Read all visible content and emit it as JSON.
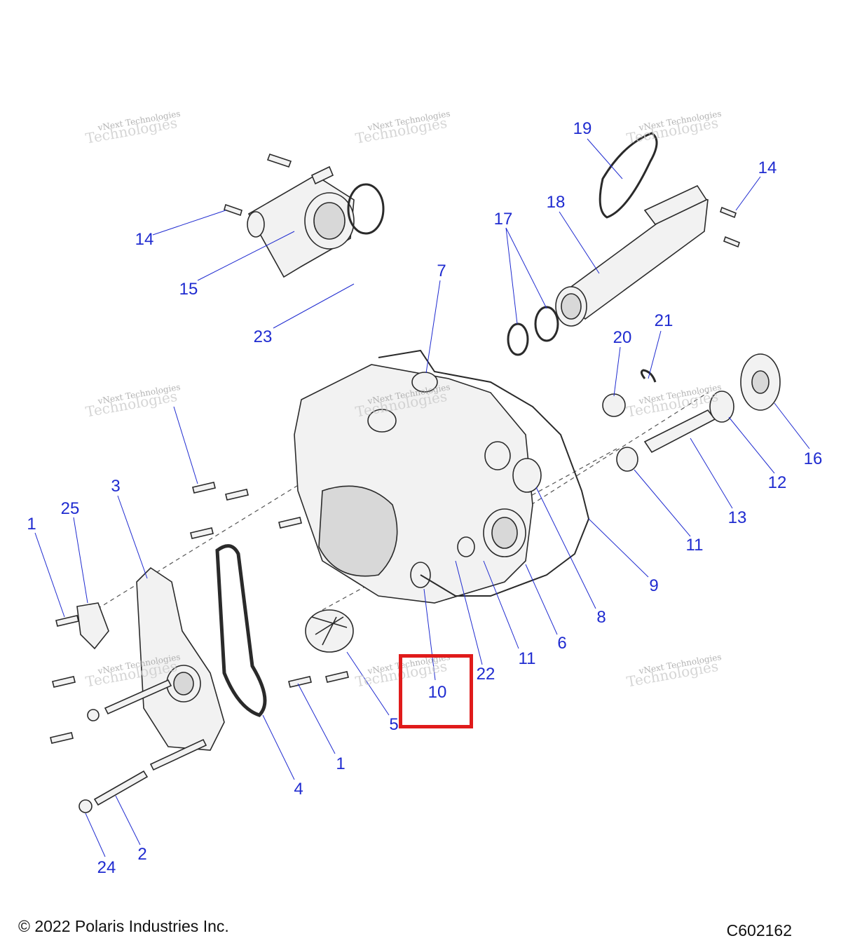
{
  "diagram": {
    "callouts": [
      "1",
      "25",
      "3",
      "1",
      "4",
      "5",
      "10",
      "22",
      "11",
      "6",
      "8",
      "9",
      "11",
      "13",
      "12",
      "16",
      "20",
      "21",
      "7",
      "17",
      "18",
      "19",
      "14",
      "14",
      "15",
      "23",
      "24",
      "2"
    ],
    "highlighted_callout": "10"
  },
  "watermark": {
    "line1": "vNext Technologies",
    "line2": "Technologies"
  },
  "footer": {
    "copyright": "© 2022 Polaris Industries Inc.",
    "diagram_code": "C602162"
  }
}
